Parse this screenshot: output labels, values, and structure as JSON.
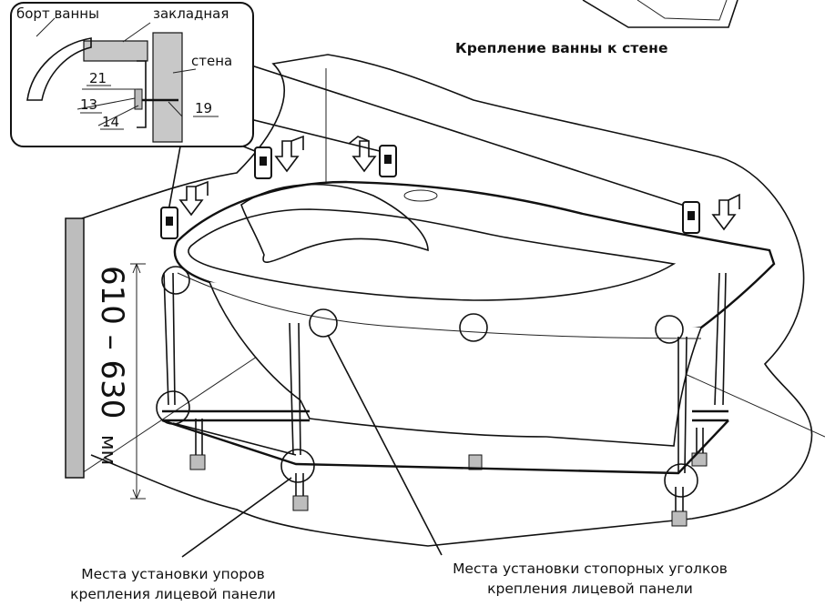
{
  "title": "Крепление ванны к стене",
  "inset": {
    "label_rim": "борт ванны",
    "label_embed": "закладная",
    "label_wall": "стена",
    "part_21": "21",
    "part_13": "13",
    "part_14": "14",
    "part_19": "19"
  },
  "dimension": {
    "value": "610 – 630",
    "unit": "мм"
  },
  "caption_left": {
    "line1": "Места установки упоров",
    "line2": "крепления лицевой панели"
  },
  "caption_right": {
    "line1": "Места установки стопорных уголков",
    "line2": "крепления лицевой панели"
  }
}
